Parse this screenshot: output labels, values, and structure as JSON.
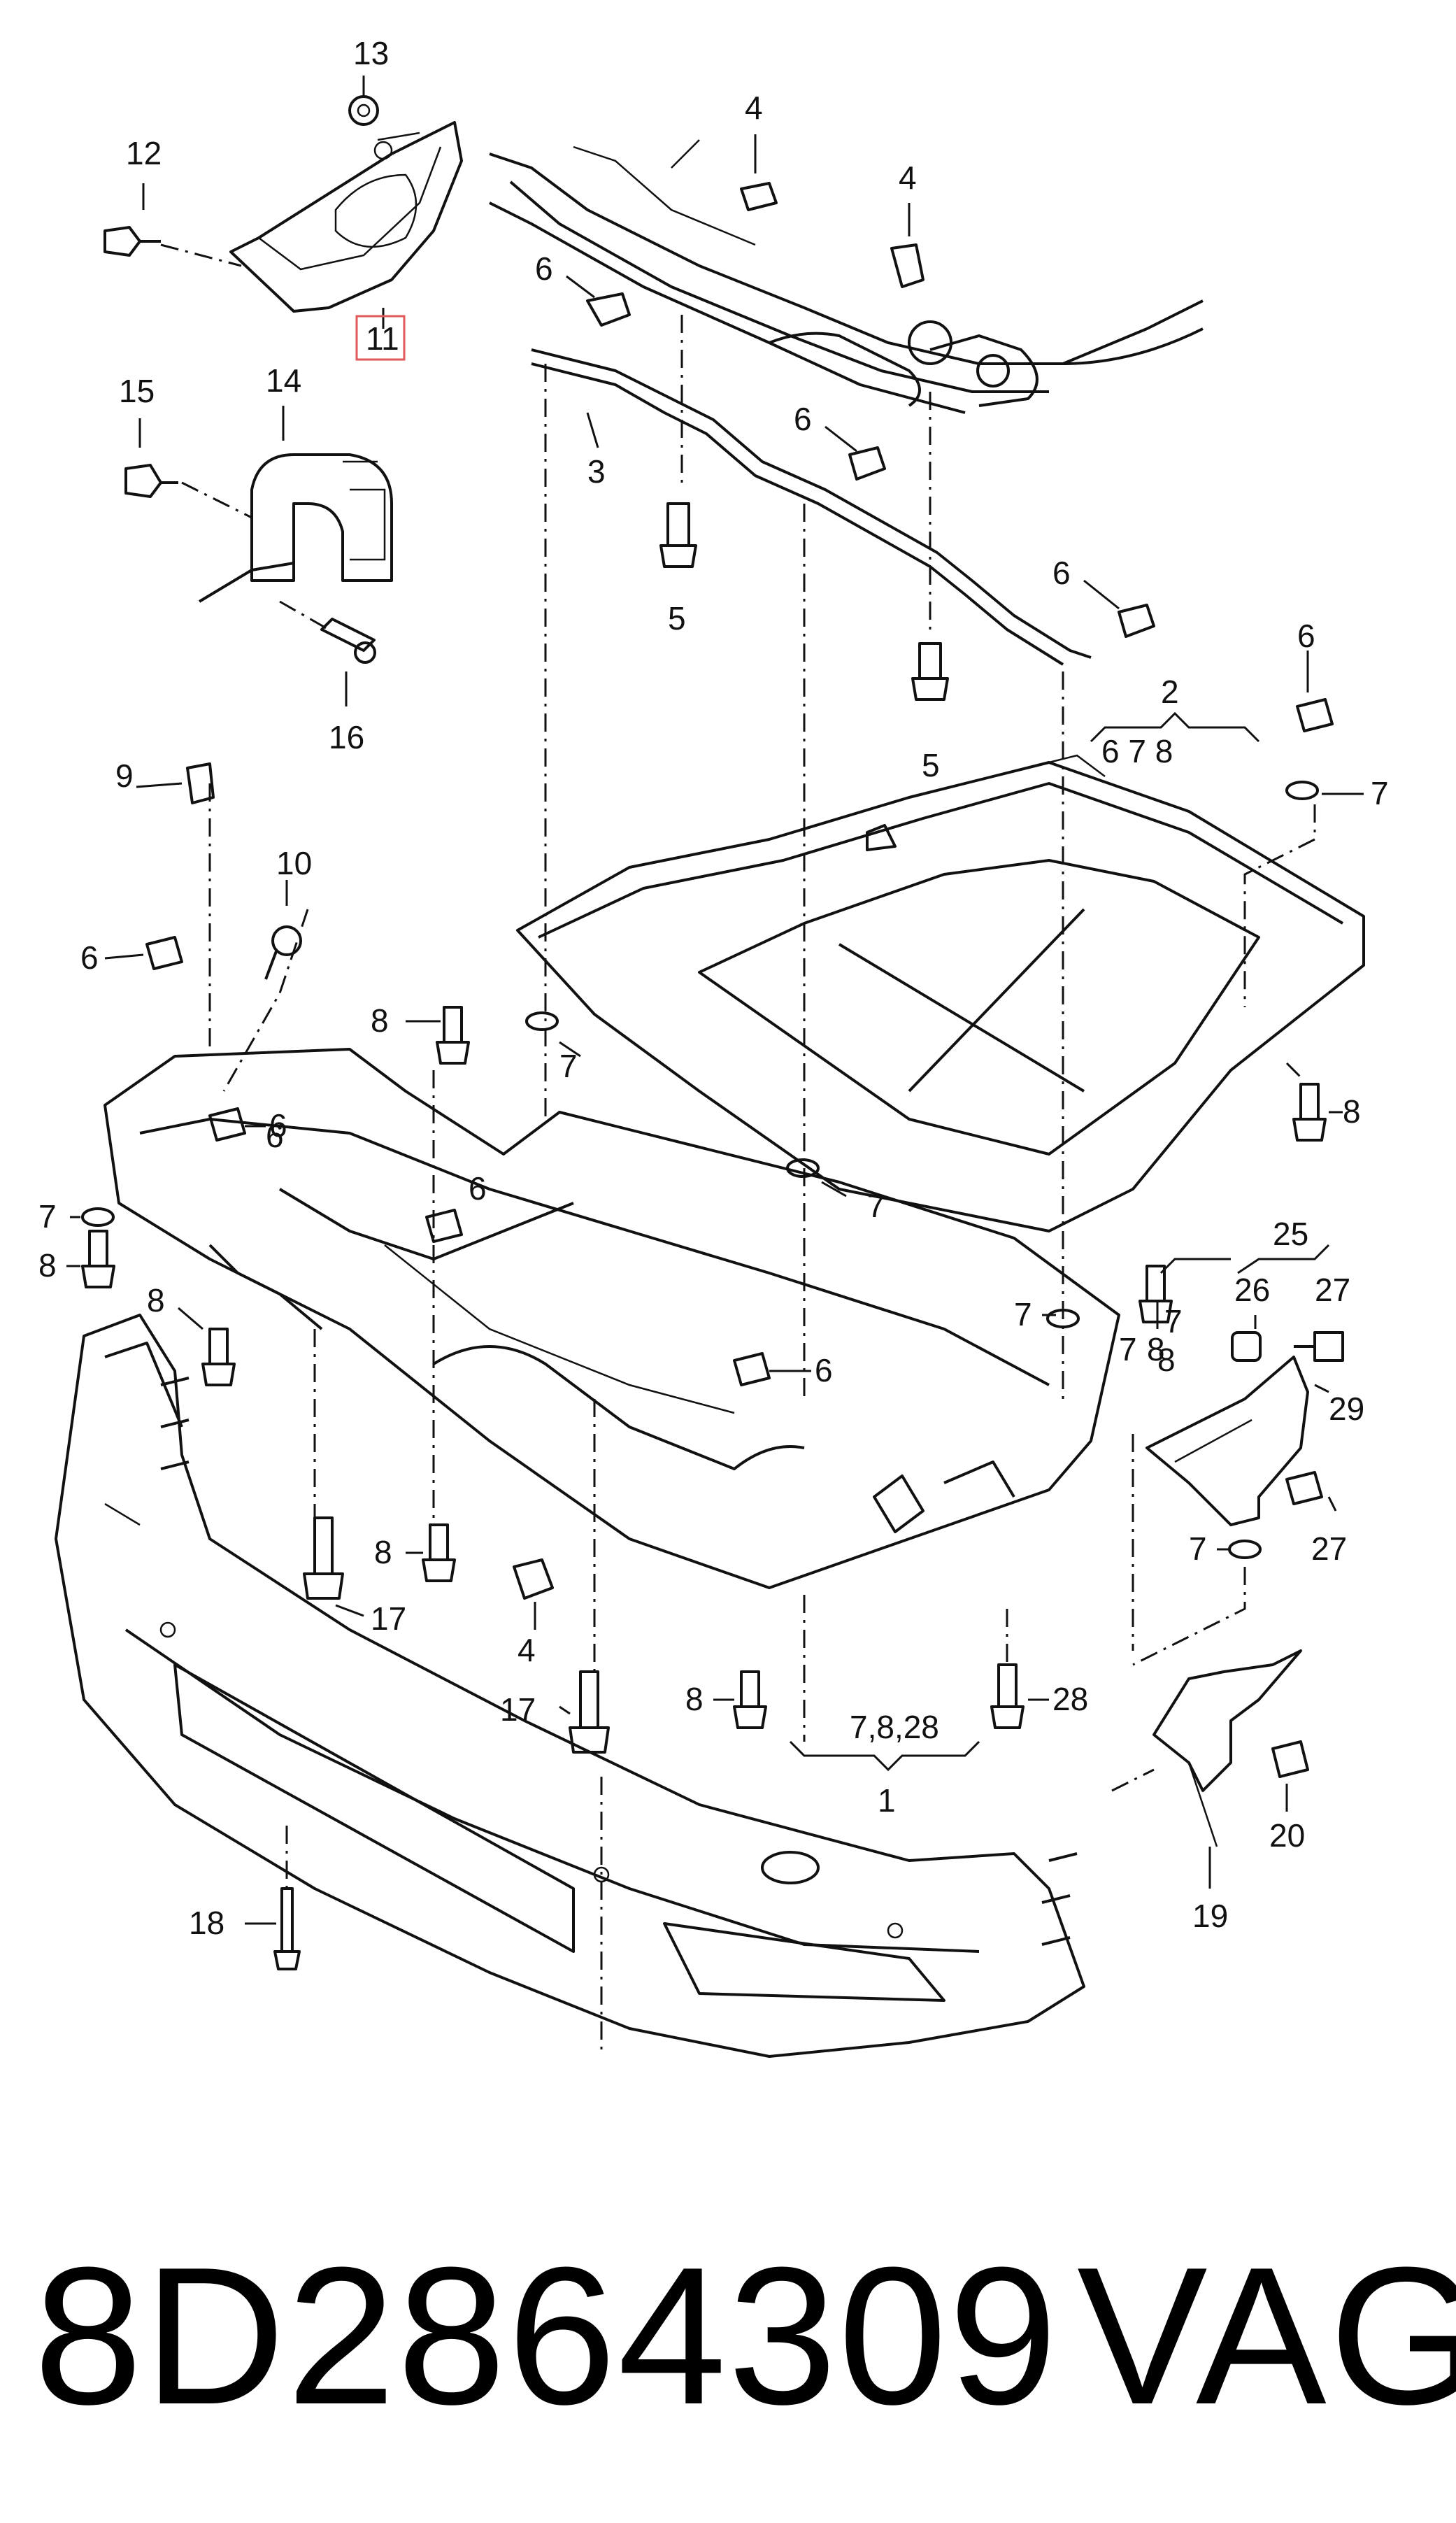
{
  "diagram": {
    "callouts": {
      "c1": "1",
      "c2": "2",
      "c3": "3",
      "c4a": "4",
      "c4b": "4",
      "c4c": "4",
      "c5a": "5",
      "c5b": "5",
      "c6a": "6",
      "c6b": "6",
      "c6c": "6",
      "c6d": "6",
      "c6e": "6",
      "c6f": "6",
      "c6g": "6",
      "c6h": "6",
      "c6i": "6",
      "c7a": "7",
      "c7b": "7",
      "c7c": "7",
      "c7d": "7",
      "c7e": "7",
      "c7f": "7",
      "c7g": "7",
      "c7h": "7",
      "c8a": "8",
      "c8b": "8",
      "c8c": "8",
      "c8d": "8",
      "c8e": "8",
      "c8f": "8",
      "c8g": "8",
      "c8h": "8",
      "c9": "9",
      "c10": "10",
      "c11": "11",
      "c12": "12",
      "c13": "13",
      "c14": "14",
      "c15": "15",
      "c16": "16",
      "c17a": "17",
      "c17b": "17",
      "c18": "18",
      "c19": "19",
      "c20": "20",
      "c25": "25",
      "c26": "26",
      "c27a": "27",
      "c27b": "27",
      "c28": "28",
      "c29": "29",
      "g2": "6  7  8",
      "g1": "7,8,28"
    },
    "highlight_color": "#e05a5a"
  },
  "footer": {
    "part_number": "8D2864309",
    "brand": "VAG"
  }
}
